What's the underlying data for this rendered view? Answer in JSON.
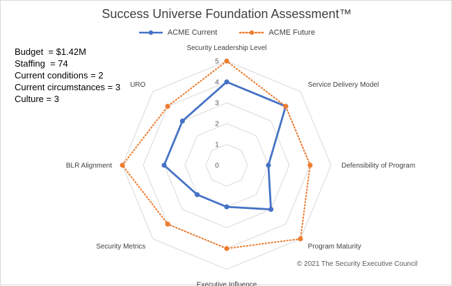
{
  "chart_data": {
    "type": "radar",
    "title": "Success Universe Foundation Assessment™",
    "axes": [
      "Security Leadership Level",
      "Service Delivery Model",
      "Defensibility of Program",
      "Program Maturity",
      "Executive Influence",
      "Security Metrics",
      "BLR Alignment",
      "URO"
    ],
    "rlim": [
      0,
      5
    ],
    "ticks": [
      "0",
      "1",
      "2",
      "3",
      "4",
      "5"
    ],
    "legend_position": "top",
    "series": [
      {
        "name": "ACME Current",
        "values": [
          4,
          4,
          2,
          3,
          2,
          2,
          3,
          3
        ],
        "color": "#4472c4",
        "style": "solid"
      },
      {
        "name": "ACME Future",
        "values": [
          5,
          4,
          4,
          5,
          4,
          4,
          5,
          4
        ],
        "color": "#ed7d31",
        "style": "dotted"
      }
    ]
  },
  "notes": [
    "Budget  = $1.42M",
    "Staffing  = 74",
    "Current conditions = 2",
    "Current circumstances = 3",
    "Culture = 3"
  ],
  "copyright": "© 2021 The Security Executive Council"
}
